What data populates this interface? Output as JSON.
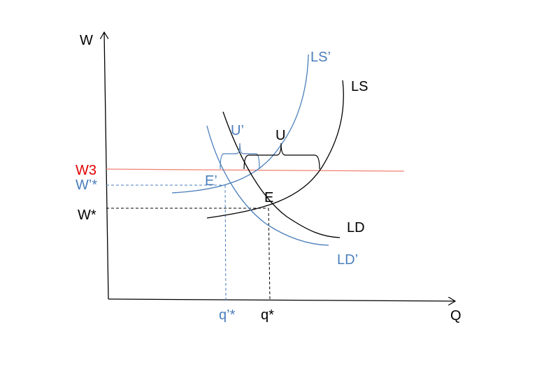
{
  "axes": {
    "y_label": "W",
    "x_label": "Q"
  },
  "labels": {
    "ls_prime": "LS’",
    "ls": "LS",
    "ld": "LD",
    "ld_prime": "LD’",
    "u_prime": "U’",
    "u": "U",
    "e_prime": "E’",
    "e": "E",
    "w3": "W3",
    "w_prime_star": "W’*",
    "w_star": "W*",
    "q_prime_star": "q’*",
    "q_star": "q*"
  },
  "colors": {
    "black": "#000000",
    "blue": "#4a7ebb",
    "red": "#e00000",
    "salmon": "#f08070"
  }
}
